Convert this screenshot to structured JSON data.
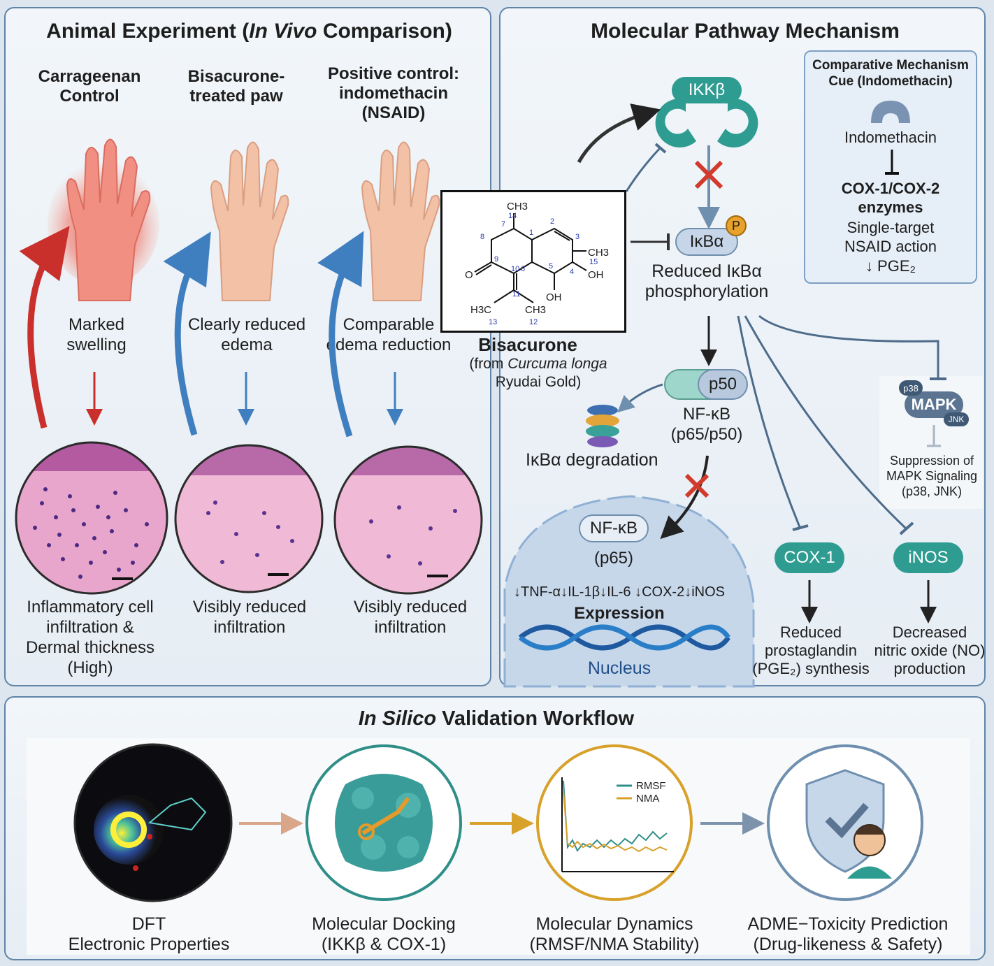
{
  "colors": {
    "panel_border": "#5f84a8",
    "teal": "#2f9c92",
    "teal_dark": "#1f7770",
    "inflammation_red": "#c9302c",
    "arrow_blue": "#3f7fbf",
    "nucleus_blue": "#c7d7ea",
    "phospho_orange": "#e8a12a"
  },
  "animal": {
    "title_prefix": "Animal Experiment (",
    "title_italic": "In Vivo",
    "title_suffix": " Comparison)",
    "groups": [
      {
        "header_lines": [
          "Carrageenan",
          "Control"
        ],
        "outcome_lines": [
          "Marked",
          "swelling"
        ],
        "histology_lines": [
          "Inflammatory cell",
          "infiltration &",
          "Dermal thickness",
          "(High)"
        ],
        "paw_icon": "inflamed-paw-icon"
      },
      {
        "header_lines": [
          "Bisacurone-",
          "treated paw"
        ],
        "outcome_lines": [
          "Clearly reduced",
          "edema"
        ],
        "histology_lines": [
          "Visibly reduced",
          "infiltration"
        ],
        "paw_icon": "normal-paw-icon"
      },
      {
        "header_lines": [
          "Positive control:",
          "indomethacin",
          "(NSAID)"
        ],
        "outcome_lines": [
          "Comparable",
          "edema reduction"
        ],
        "histology_lines": [
          "Visibly reduced",
          "infiltration"
        ],
        "paw_icon": "normal-paw-icon"
      }
    ]
  },
  "structure": {
    "atoms": {
      "ch3_top": "CH3",
      "n14": "14",
      "n7": "7",
      "n1": "1",
      "n2": "2",
      "n3": "3",
      "n8": "8",
      "ch3_right": "CH3",
      "n15": "15",
      "n4": "4",
      "oh_right": "OH",
      "n5": "5",
      "n6": "6",
      "n9": "9",
      "o": "O",
      "n10": "10",
      "oh_bottom": "OH",
      "n11": "11",
      "h3c_left": "H3C",
      "ch3_bottom": "CH3",
      "n13": "13",
      "n12": "12"
    },
    "name": "Bisacurone",
    "source_prefix": "(from ",
    "source_italic": "Curcuma longa",
    "source_line2": "Ryudai Gold)"
  },
  "pathway": {
    "title": "Molecular Pathway Mechanism",
    "ikkb": "IKKβ",
    "ikba": "IκBα",
    "phospho": "P",
    "reduced_phospho_lines": [
      "Reduced IκBα",
      "phosphorylation"
    ],
    "p50": "p50",
    "nfkb_lines": [
      "NF-κB",
      "(p65/p50)"
    ],
    "ikba_degradation": "IκBα degradation",
    "nucleus_nfkb": "NF-κB",
    "nucleus_p65": "(p65)",
    "expression_markers": "↓TNF-α↓IL-1β↓IL-6 ↓COX-2↓iNOS",
    "expression_label": "Expression",
    "nucleus_label": "Nucleus",
    "cox1": "COX-1",
    "inos": "iNOS",
    "cox1_outcome": [
      "Reduced",
      "prostaglandin",
      "(PGE₂) synthesis"
    ],
    "inos_outcome": [
      "Decreased",
      "nitric oxide (NO)",
      "production"
    ],
    "mapk": {
      "main": "MAPK",
      "p38": "p38",
      "jnk": "JNK",
      "caption_lines": [
        "Suppression of",
        "MAPK Signaling",
        "(p38, JNK)"
      ]
    },
    "comparative": {
      "title_lines": [
        "Comparative Mechanism",
        "Cue (Indomethacin)"
      ],
      "drug": "Indomethacin",
      "target_lines": [
        "COX-1/COX-2",
        "enzymes"
      ],
      "action_lines": [
        "Single-target",
        "NSAID action"
      ],
      "effect": "↓ PGE₂"
    }
  },
  "silico": {
    "title_italic": "In Silico",
    "title_suffix": " Validation Workflow",
    "steps": [
      {
        "lines": [
          "DFT",
          "Electronic Properties"
        ],
        "icon": "electron-density-icon"
      },
      {
        "lines": [
          "Molecular Docking",
          "(IKKβ & COX-1)"
        ],
        "icon": "protein-docking-icon"
      },
      {
        "lines": [
          "Molecular Dynamics",
          "(RMSF/NMA Stability)"
        ],
        "icon": "md-plot-icon"
      },
      {
        "lines": [
          "ADME−Toxicity Prediction",
          "(Drug-likeness & Safety)"
        ],
        "icon": "shield-user-icon"
      }
    ],
    "md_legend": [
      "RMSF",
      "NMA"
    ]
  }
}
